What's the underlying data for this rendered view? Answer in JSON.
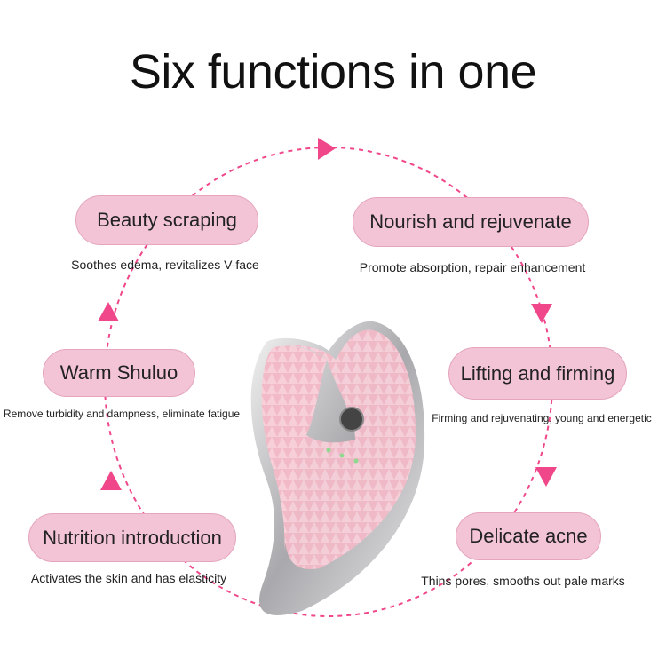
{
  "title": "Six functions in one",
  "accent_color": "#f0478a",
  "pill_color": "#f3c3d6",
  "functions": [
    {
      "label": "Beauty scraping",
      "description": "Soothes edema, revitalizes V-face"
    },
    {
      "label": "Nourish and rejuvenate",
      "description": "Promote absorption, repair enhancement"
    },
    {
      "label": "Warm Shuluo",
      "description": "Remove turbidity and dampness, eliminate fatigue"
    },
    {
      "label": "Lifting and firming",
      "description": "Firming and rejuvenating, young and energetic"
    },
    {
      "label": "Nutrition introduction",
      "description": "Activates the skin and has elasticity"
    },
    {
      "label": "Delicate acne",
      "description": "Thins pores, smooths out pale marks"
    }
  ]
}
